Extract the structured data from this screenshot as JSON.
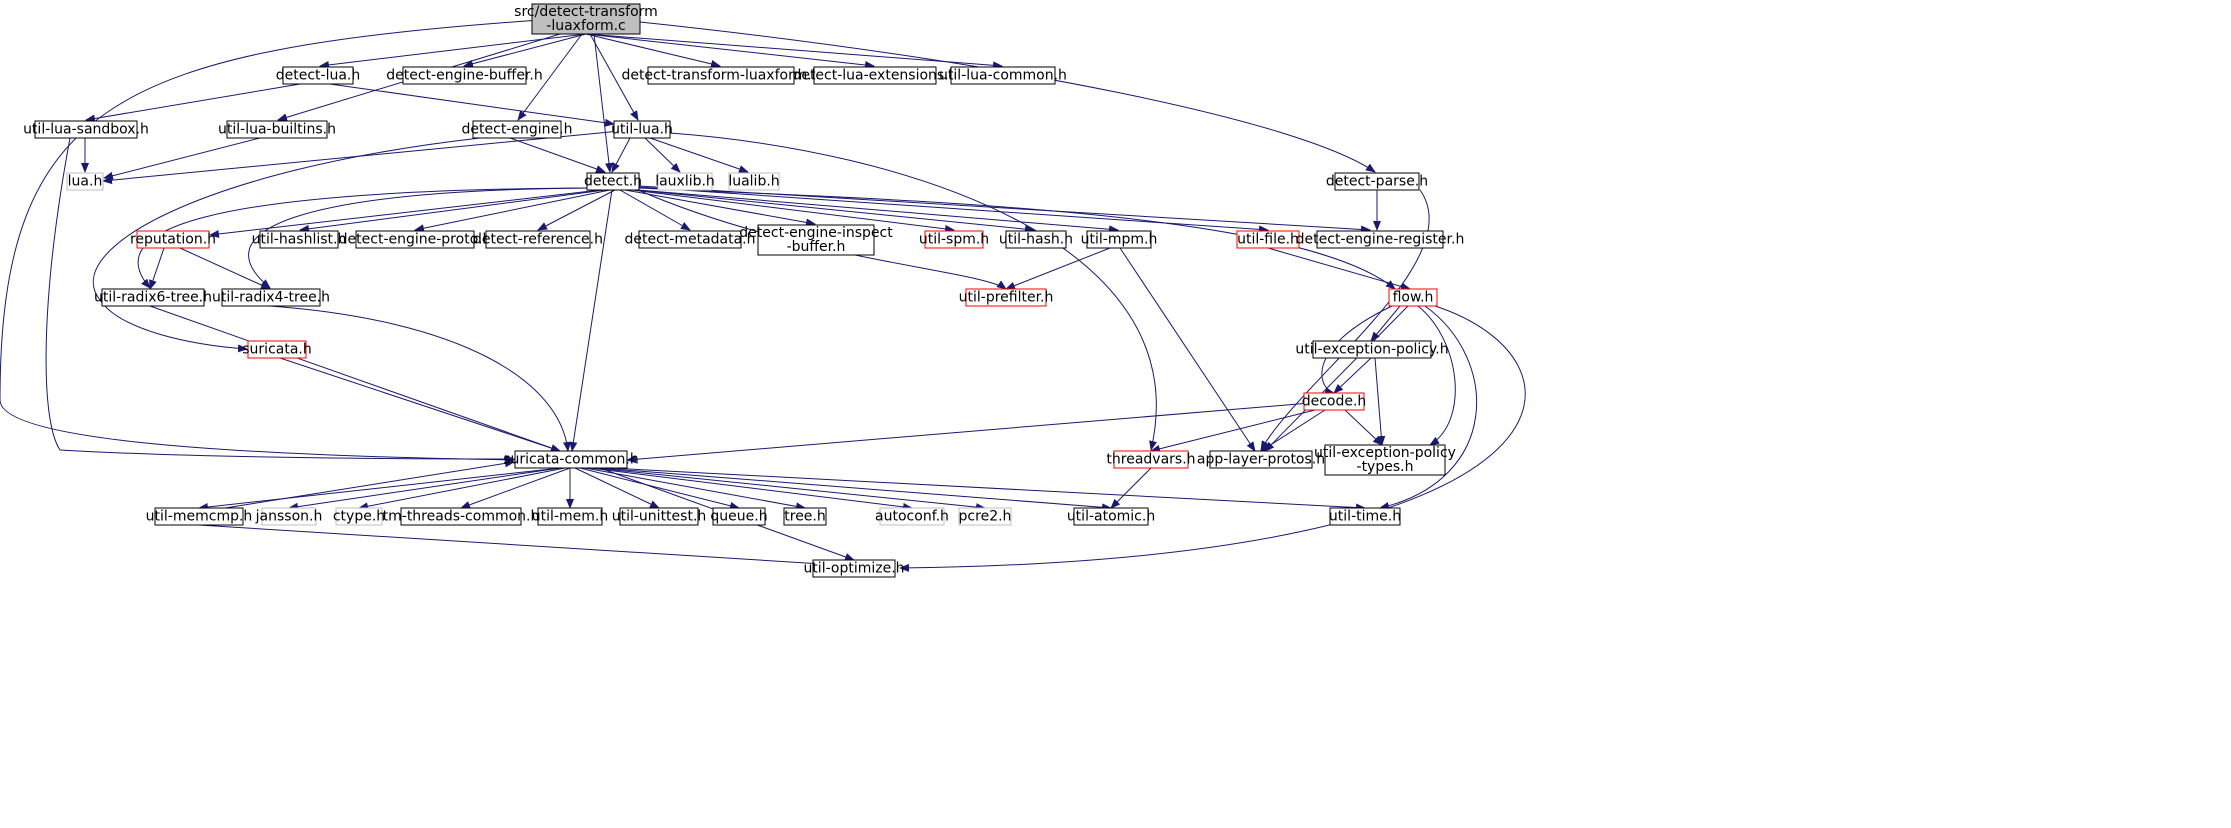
{
  "colors": {
    "edge": "#191970",
    "root_fill": "#bfbfbf",
    "normal_border": "#000000",
    "red_border": "#ff0000",
    "missing_border": "#bfbfbf"
  },
  "nodes": [
    {
      "id": "root",
      "lines": [
        "src/detect-transform",
        "-luaxform.c"
      ],
      "style": "root"
    },
    {
      "id": "detect-lua",
      "lines": [
        "detect-lua.h"
      ],
      "style": "normal"
    },
    {
      "id": "detect-engine-buffer",
      "lines": [
        "detect-engine-buffer.h"
      ],
      "style": "normal"
    },
    {
      "id": "detect-transform-luaxform",
      "lines": [
        "detect-transform-luaxform.h"
      ],
      "style": "normal"
    },
    {
      "id": "detect-lua-extensions",
      "lines": [
        "detect-lua-extensions.h"
      ],
      "style": "normal"
    },
    {
      "id": "util-lua-common",
      "lines": [
        "util-lua-common.h"
      ],
      "style": "normal"
    },
    {
      "id": "util-lua-sandbox",
      "lines": [
        "util-lua-sandbox.h"
      ],
      "style": "normal"
    },
    {
      "id": "util-lua-builtins",
      "lines": [
        "util-lua-builtins.h"
      ],
      "style": "normal"
    },
    {
      "id": "detect-engine",
      "lines": [
        "detect-engine.h"
      ],
      "style": "normal"
    },
    {
      "id": "util-lua",
      "lines": [
        "util-lua.h"
      ],
      "style": "normal"
    },
    {
      "id": "lua",
      "lines": [
        "lua.h"
      ],
      "style": "missing"
    },
    {
      "id": "detect",
      "lines": [
        "detect.h"
      ],
      "style": "normal"
    },
    {
      "id": "lauxlib",
      "lines": [
        "lauxlib.h"
      ],
      "style": "missing"
    },
    {
      "id": "lualib",
      "lines": [
        "lualib.h"
      ],
      "style": "missing"
    },
    {
      "id": "detect-parse",
      "lines": [
        "detect-parse.h"
      ],
      "style": "normal"
    },
    {
      "id": "reputation",
      "lines": [
        "reputation.h"
      ],
      "style": "red"
    },
    {
      "id": "util-hashlist",
      "lines": [
        "util-hashlist.h"
      ],
      "style": "normal"
    },
    {
      "id": "detect-engine-proto",
      "lines": [
        "detect-engine-proto.h"
      ],
      "style": "normal"
    },
    {
      "id": "detect-reference",
      "lines": [
        "detect-reference.h"
      ],
      "style": "normal"
    },
    {
      "id": "detect-metadata",
      "lines": [
        "detect-metadata.h"
      ],
      "style": "normal"
    },
    {
      "id": "detect-engine-inspect-buffer",
      "lines": [
        "detect-engine-inspect",
        "-buffer.h"
      ],
      "style": "normal"
    },
    {
      "id": "util-spm",
      "lines": [
        "util-spm.h"
      ],
      "style": "red"
    },
    {
      "id": "util-hash",
      "lines": [
        "util-hash.h"
      ],
      "style": "normal"
    },
    {
      "id": "util-mpm",
      "lines": [
        "util-mpm.h"
      ],
      "style": "normal"
    },
    {
      "id": "util-file",
      "lines": [
        "util-file.h"
      ],
      "style": "red"
    },
    {
      "id": "detect-engine-register",
      "lines": [
        "detect-engine-register.h"
      ],
      "style": "normal"
    },
    {
      "id": "util-radix6-tree",
      "lines": [
        "util-radix6-tree.h"
      ],
      "style": "normal"
    },
    {
      "id": "util-radix4-tree",
      "lines": [
        "util-radix4-tree.h"
      ],
      "style": "normal"
    },
    {
      "id": "util-prefilter",
      "lines": [
        "util-prefilter.h"
      ],
      "style": "red"
    },
    {
      "id": "flow",
      "lines": [
        "flow.h"
      ],
      "style": "red"
    },
    {
      "id": "suricata",
      "lines": [
        "suricata.h"
      ],
      "style": "red"
    },
    {
      "id": "util-exception-policy",
      "lines": [
        "util-exception-policy.h"
      ],
      "style": "normal"
    },
    {
      "id": "decode",
      "lines": [
        "decode.h"
      ],
      "style": "red"
    },
    {
      "id": "suricata-common",
      "lines": [
        "suricata-common.h"
      ],
      "style": "normal"
    },
    {
      "id": "threadvars",
      "lines": [
        "threadvars.h"
      ],
      "style": "red"
    },
    {
      "id": "app-layer-protos",
      "lines": [
        "app-layer-protos.h"
      ],
      "style": "normal"
    },
    {
      "id": "util-exception-policy-types",
      "lines": [
        "util-exception-policy",
        "-types.h"
      ],
      "style": "normal"
    },
    {
      "id": "util-memcmp",
      "lines": [
        "util-memcmp.h"
      ],
      "style": "normal"
    },
    {
      "id": "jansson",
      "lines": [
        "jansson.h"
      ],
      "style": "missing"
    },
    {
      "id": "ctype",
      "lines": [
        "ctype.h"
      ],
      "style": "missing"
    },
    {
      "id": "tm-threads-common",
      "lines": [
        "tm-threads-common.h"
      ],
      "style": "normal"
    },
    {
      "id": "util-mem",
      "lines": [
        "util-mem.h"
      ],
      "style": "normal"
    },
    {
      "id": "util-unittest",
      "lines": [
        "util-unittest.h"
      ],
      "style": "normal"
    },
    {
      "id": "queue",
      "lines": [
        "queue.h"
      ],
      "style": "normal"
    },
    {
      "id": "tree",
      "lines": [
        "tree.h"
      ],
      "style": "normal"
    },
    {
      "id": "autoconf",
      "lines": [
        "autoconf.h"
      ],
      "style": "missing"
    },
    {
      "id": "pcre2",
      "lines": [
        "pcre2.h"
      ],
      "style": "missing"
    },
    {
      "id": "util-atomic",
      "lines": [
        "util-atomic.h"
      ],
      "style": "normal"
    },
    {
      "id": "util-time",
      "lines": [
        "util-time.h"
      ],
      "style": "normal"
    },
    {
      "id": "util-optimize",
      "lines": [
        "util-optimize.h"
      ],
      "style": "normal"
    }
  ]
}
